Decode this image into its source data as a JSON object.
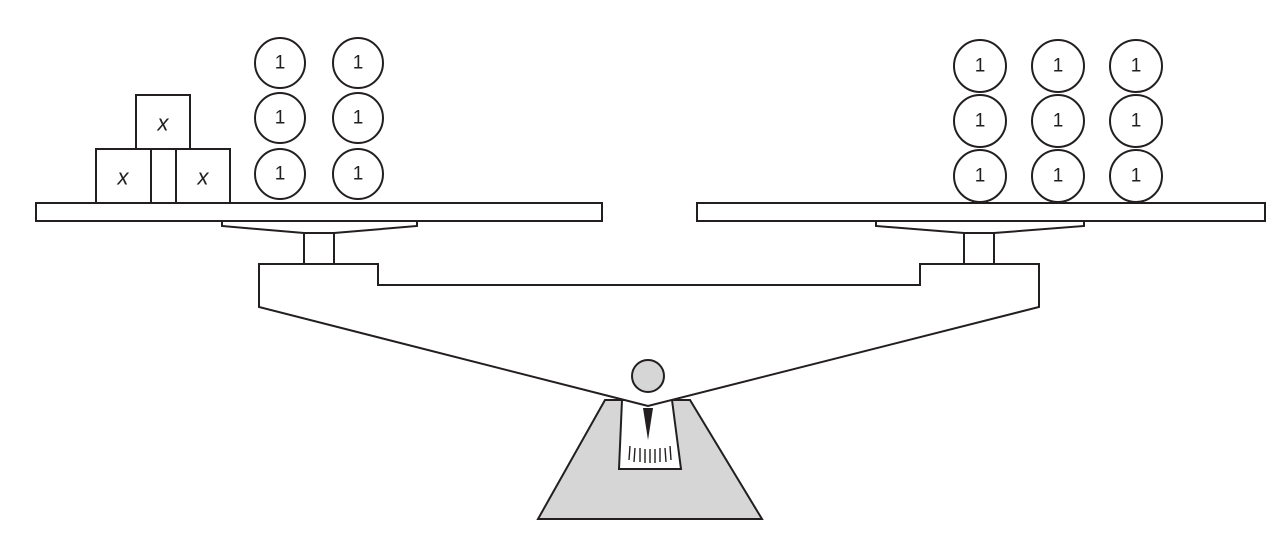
{
  "scale": {
    "left_pan": {
      "boxes": [
        {
          "label": "x"
        },
        {
          "label": "x"
        },
        {
          "label": "x"
        }
      ],
      "weights": [
        {
          "label": "1"
        },
        {
          "label": "1"
        },
        {
          "label": "1"
        },
        {
          "label": "1"
        },
        {
          "label": "1"
        },
        {
          "label": "1"
        }
      ]
    },
    "right_pan": {
      "weights": [
        {
          "label": "1"
        },
        {
          "label": "1"
        },
        {
          "label": "1"
        },
        {
          "label": "1"
        },
        {
          "label": "1"
        },
        {
          "label": "1"
        },
        {
          "label": "1"
        },
        {
          "label": "1"
        },
        {
          "label": "1"
        }
      ]
    }
  },
  "colors": {
    "ink": "#231f20",
    "base": "#d6d6d6",
    "background": "#ffffff"
  }
}
